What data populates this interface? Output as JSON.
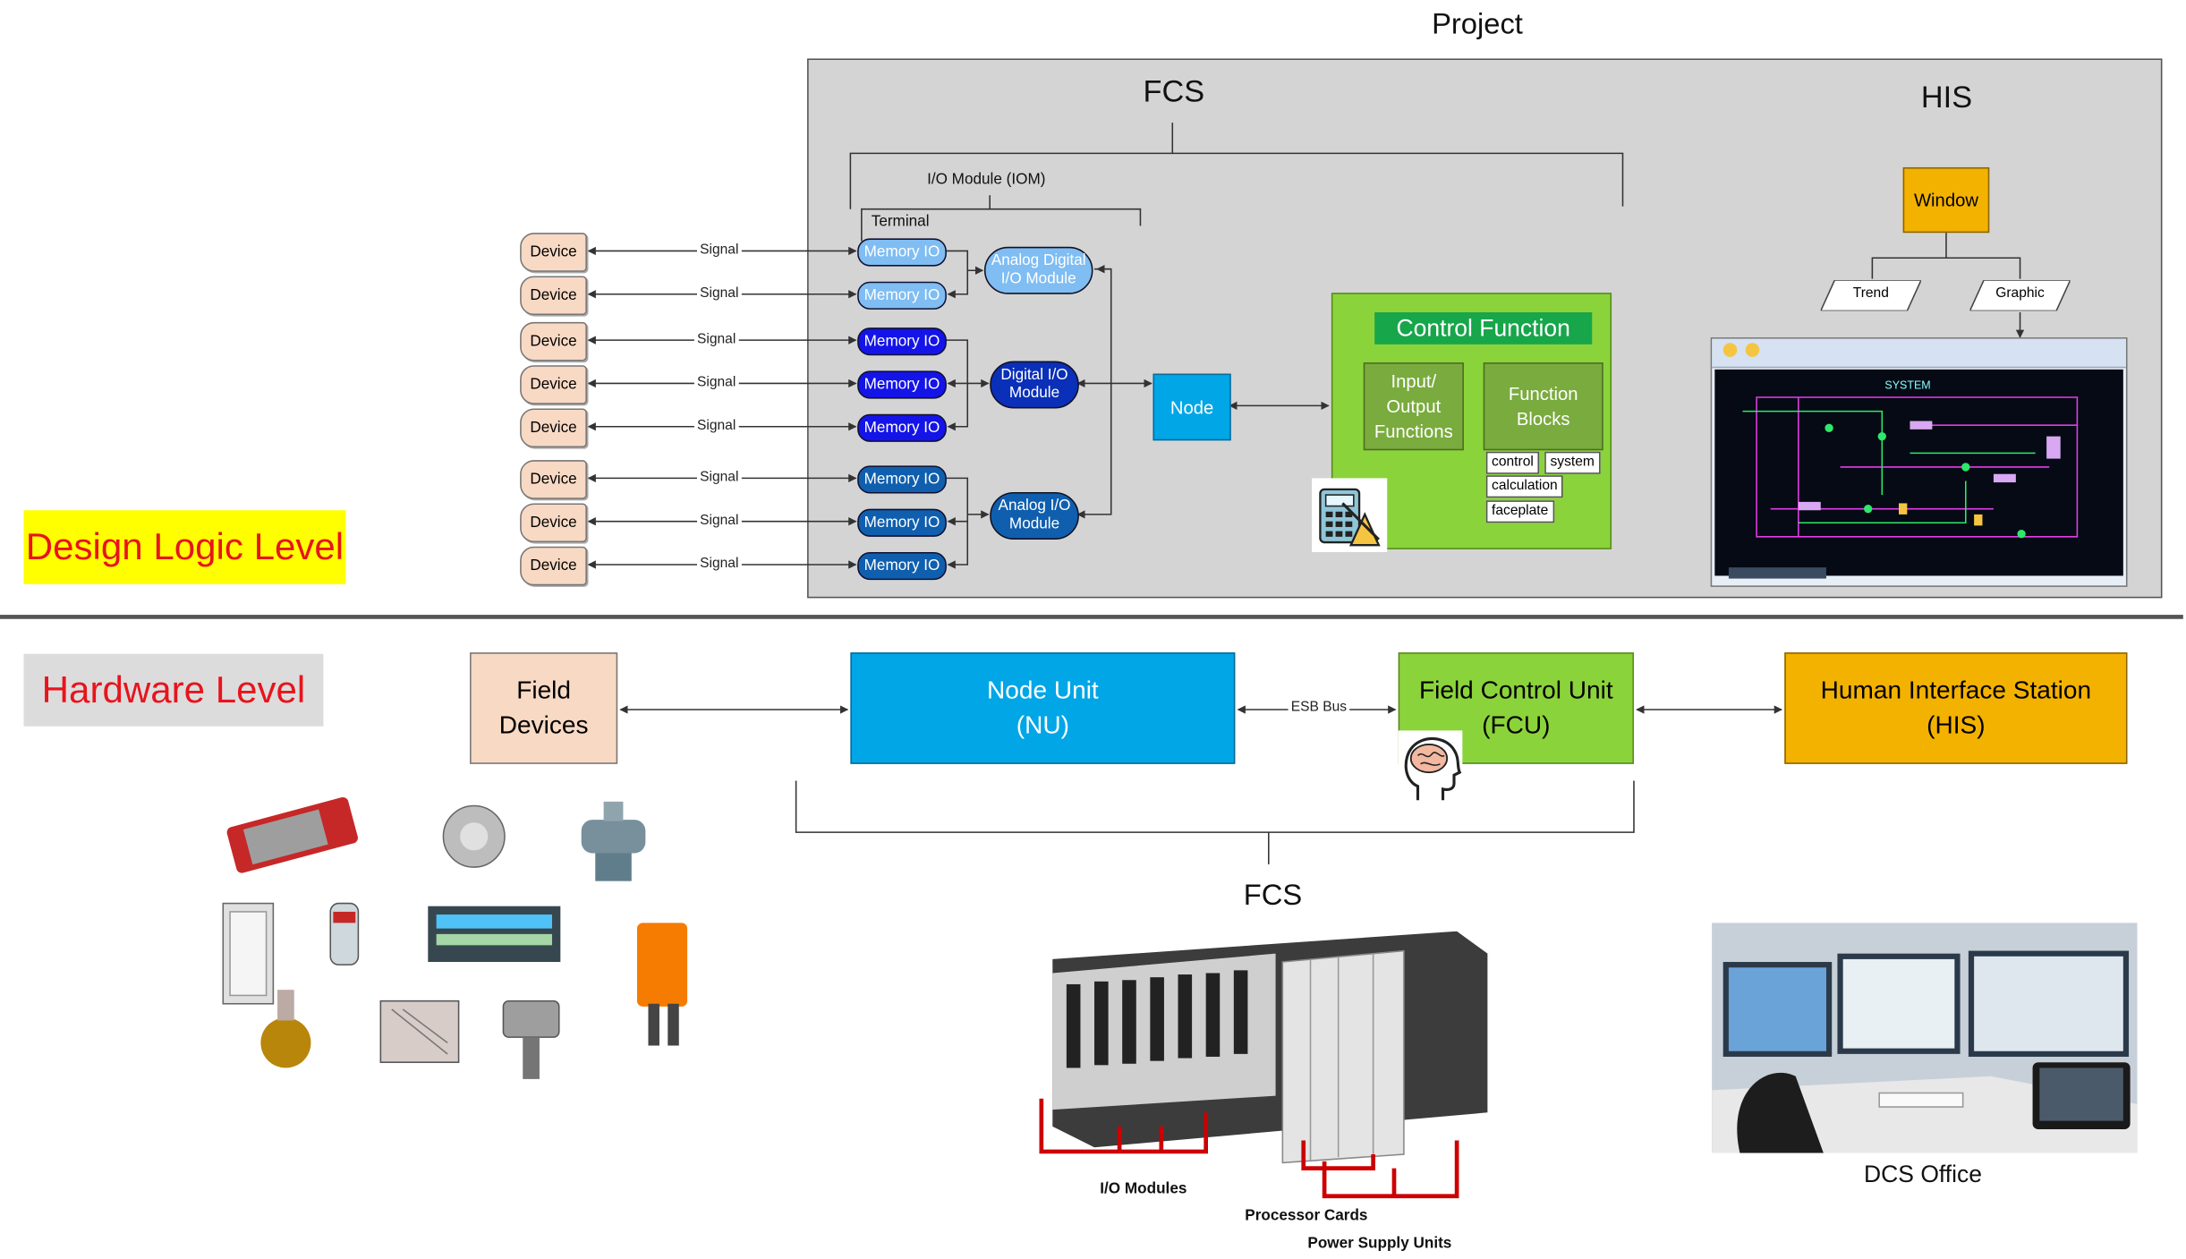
{
  "title": "Project",
  "design_level": {
    "label": "Design Logic Level",
    "fcs_label": "FCS",
    "his_label": "HIS",
    "iom_label": "I/O Module (IOM)",
    "terminal_label": "Terminal",
    "devices": [
      "Device",
      "Device",
      "Device",
      "Device",
      "Device",
      "Device",
      "Device",
      "Device"
    ],
    "signals": [
      "Signal",
      "Signal",
      "Signal",
      "Signal",
      "Signal",
      "Signal",
      "Signal",
      "Signal"
    ],
    "memory_io": [
      "Memory IO",
      "Memory IO",
      "Memory IO",
      "Memory IO",
      "Memory IO",
      "Memory IO",
      "Memory IO",
      "Memory IO"
    ],
    "modules": {
      "analog_digital": "Analog Digital I/O Module",
      "digital": "Digital I/O Module",
      "analog": "Analog I/O Module"
    },
    "node_label": "Node",
    "control_function": {
      "title": "Control Function",
      "io_functions": "Input/ Output Functions",
      "function_blocks": "Function Blocks",
      "tags": [
        "control",
        "system",
        "calculation",
        "faceplate"
      ]
    },
    "his": {
      "window_label": "Window",
      "trend_label": "Trend",
      "graphic_label": "Graphic",
      "screen_title": "SYSTEM"
    }
  },
  "hardware_level": {
    "label": "Hardware Level",
    "field_devices": "Field Devices",
    "node_unit": "Node Unit (NU)",
    "esb_bus": "ESB Bus",
    "fcu": "Field Control Unit (FCU)",
    "his": "Human Interface Station (HIS)",
    "fcs_label": "FCS",
    "rack_labels": {
      "io_modules": "I/O Modules",
      "processor_cards": "Processor Cards",
      "power_supply": "Power Supply Units"
    },
    "dcs_office": "DCS Office"
  },
  "colors": {
    "project_bg": "#d4d4d4",
    "control_green": "#8bd33b",
    "node_blue": "#00a6e6",
    "his_gold": "#f3b200",
    "design_label_bg": "#ffff00",
    "label_red": "#e8141c"
  }
}
